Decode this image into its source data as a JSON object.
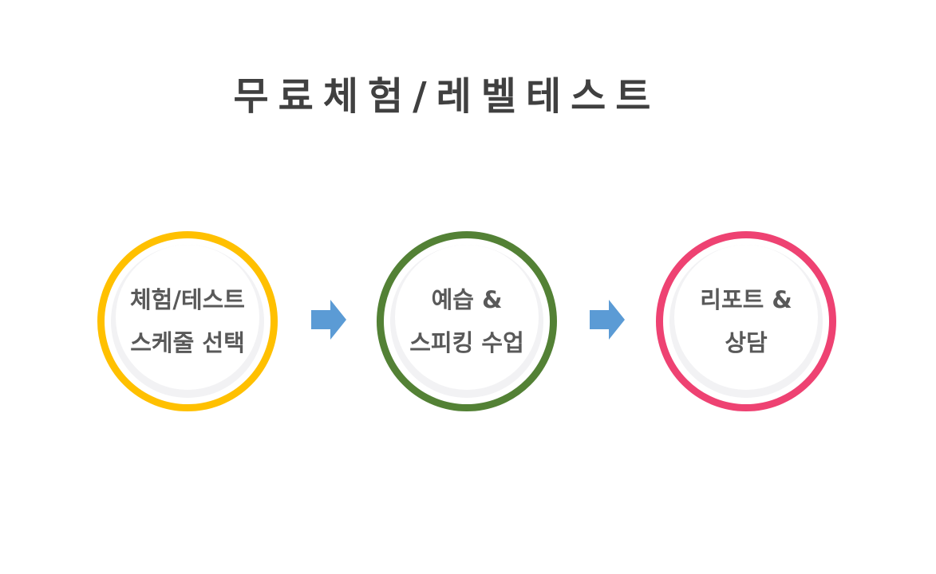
{
  "title": "무료체험/레벨테스트",
  "steps": [
    {
      "line1": "체험/테스트",
      "line2": "스케줄 선택",
      "ring_color": "#ffc000"
    },
    {
      "line1": "예습 &",
      "line2": "스피킹 수업",
      "ring_color": "#538135"
    },
    {
      "line1": "리포트 &",
      "line2": "상담",
      "ring_color": "#ee4272"
    }
  ],
  "arrow_color": "#5b9bd5"
}
